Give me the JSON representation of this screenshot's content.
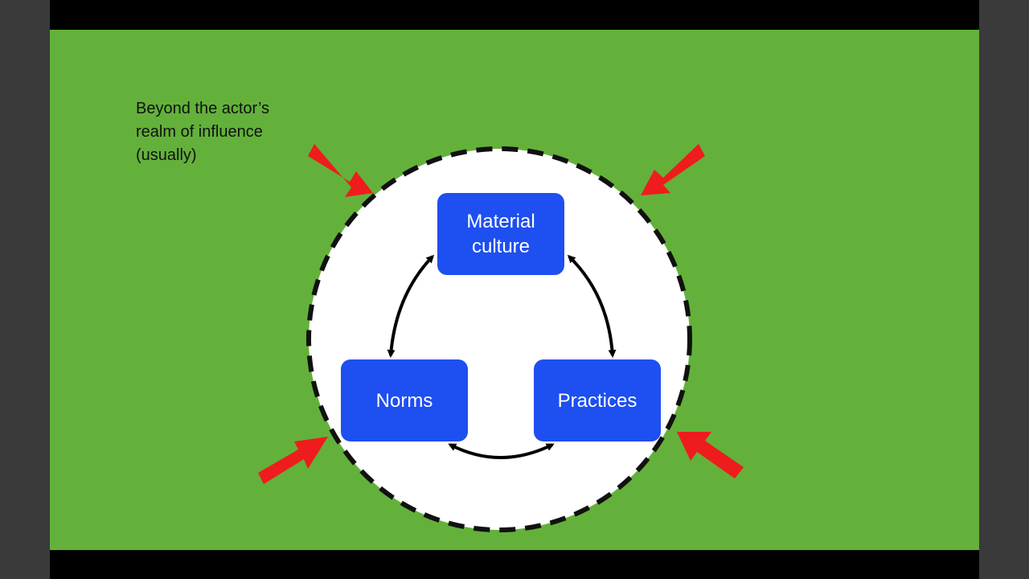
{
  "caption": {
    "line1": "Beyond the actor’s",
    "line2": "realm of influence",
    "line3": "(usually)"
  },
  "nodes": {
    "material_line1": "Material",
    "material_line2": "culture",
    "norms": "Norms",
    "practices": "Practices"
  },
  "colors": {
    "background": "#63b13a",
    "circle_fill": "#ffffff",
    "circle_border": "#111111",
    "box": "#1e4ff0",
    "box_text": "#ffffff",
    "pressure_arrow": "#ee1c1c",
    "cycle_arrow": "#000000"
  },
  "connections": [
    {
      "from": "Material culture",
      "to": "Norms",
      "direction": "both"
    },
    {
      "from": "Material culture",
      "to": "Practices",
      "direction": "both"
    },
    {
      "from": "Norms",
      "to": "Practices",
      "direction": "both"
    }
  ],
  "external_arrows": [
    {
      "points_toward": "circle",
      "from": "top-left"
    },
    {
      "points_toward": "circle",
      "from": "top-right"
    },
    {
      "points_toward": "circle",
      "from": "bottom-left"
    },
    {
      "points_toward": "circle",
      "from": "bottom-right"
    }
  ]
}
